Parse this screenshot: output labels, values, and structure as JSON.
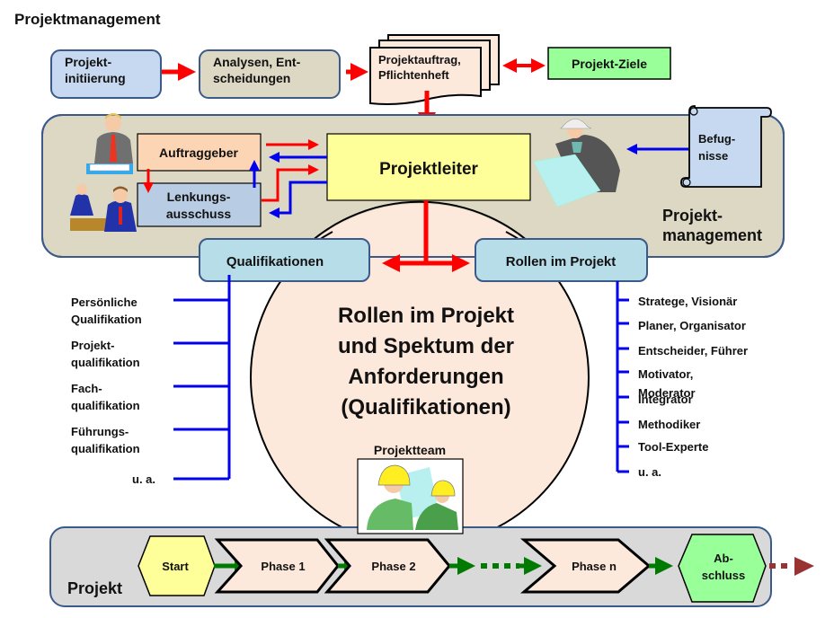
{
  "title": "Projektmanagement",
  "top_flow": {
    "initiierung": [
      "Projekt-",
      "initiierung"
    ],
    "analysen": [
      "Analysen, Ent-",
      "scheidungen"
    ],
    "auftrag": [
      "Projektauftrag,",
      "Pflichtenheft"
    ],
    "ziele": "Projekt-Ziele"
  },
  "pm_panel": {
    "auftraggeber": "Auftraggeber",
    "lenkung": [
      "Lenkungs-",
      "ausschuss"
    ],
    "projektleiter": "Projektleiter",
    "befugnisse": [
      "Befug-",
      "nisse"
    ],
    "label": [
      "Projekt-",
      "management"
    ]
  },
  "circle_text": [
    "Rollen im Projekt",
    "und Spektum der",
    "Anforderungen",
    "(Qualifikationen)"
  ],
  "qualifikationen": {
    "header": "Qualifikationen",
    "items": [
      [
        "Persönliche",
        "Qualifikation"
      ],
      [
        "Projekt-",
        "qualifikation"
      ],
      [
        "Fach-",
        "qualifikation"
      ],
      [
        "Führungs-",
        "qualifikation"
      ],
      [
        "u. a."
      ]
    ]
  },
  "rollen": {
    "header": "Rollen im Projekt",
    "items": [
      "Strategе, Visionär",
      "Planer, Organisator",
      "Entscheider, Führer",
      "Motivator,",
      "Moderator",
      "Integrator",
      "Methodiker",
      "Tool-Experte",
      "u. a."
    ]
  },
  "team_label": "Projektteam",
  "project_bar": {
    "label": "Projekt",
    "start": "Start",
    "phases": [
      "Phase 1",
      "Phase 2",
      "Phase  n"
    ],
    "end": [
      "Ab-",
      "schluss"
    ]
  },
  "colors": {
    "arrow_red": "#ff0000",
    "arrow_blue": "#0000ee",
    "arrow_green": "#007a00",
    "arrow_brown": "#993333",
    "panel_bg": "#ddd8c4",
    "panel_border": "#3b5a8a",
    "projekt_bg": "#d9d9d9",
    "circle_fill": "#fde9dc",
    "leiter_fill": "#ffff99",
    "ziele_fill": "#99ff99",
    "qual_fill": "#b7dde8"
  }
}
